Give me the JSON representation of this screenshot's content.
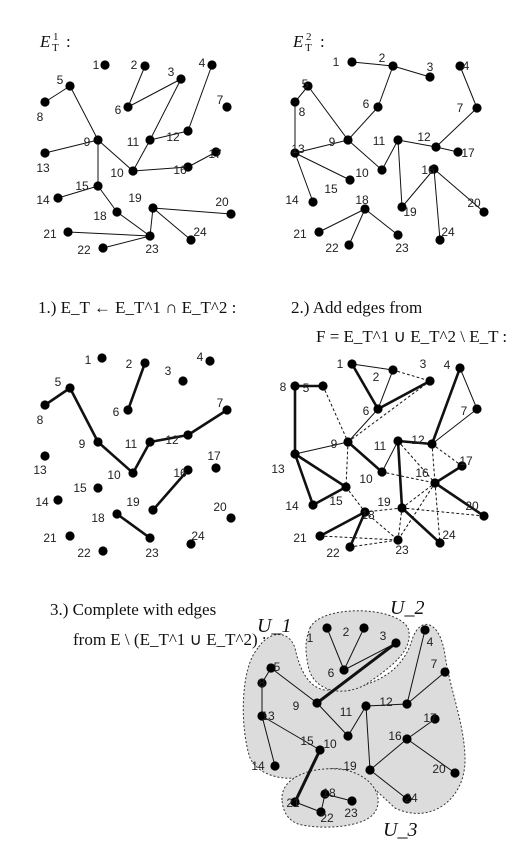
{
  "panel_titles": {
    "p1": {
      "sym": "E",
      "sub": "T",
      "sup": "1",
      "tail": ":"
    },
    "p2": {
      "sym": "E",
      "sub": "T",
      "sup": "2",
      "tail": ":"
    }
  },
  "captions": {
    "step1": "1.) E_T ← E_T^1 ∩ E_T^2 :",
    "step2_line1": "2.) Add edges from",
    "step2_line2": "F = E_T^1 ∪ E_T^2 \\ E_T :",
    "step3_line1": "3.) Complete with edges",
    "step3_line2": "from E \\ (E_T^1 ∪ E_T^2) :"
  },
  "region_labels": {
    "u1": "U_1",
    "u2": "U_2",
    "u3": "U_3"
  },
  "node_labels": [
    "1",
    "2",
    "3",
    "4",
    "5",
    "6",
    "7",
    "8",
    "9",
    "10",
    "11",
    "12",
    "13",
    "14",
    "15",
    "16",
    "17",
    "18",
    "19",
    "20",
    "21",
    "22",
    "23",
    "24"
  ]
}
